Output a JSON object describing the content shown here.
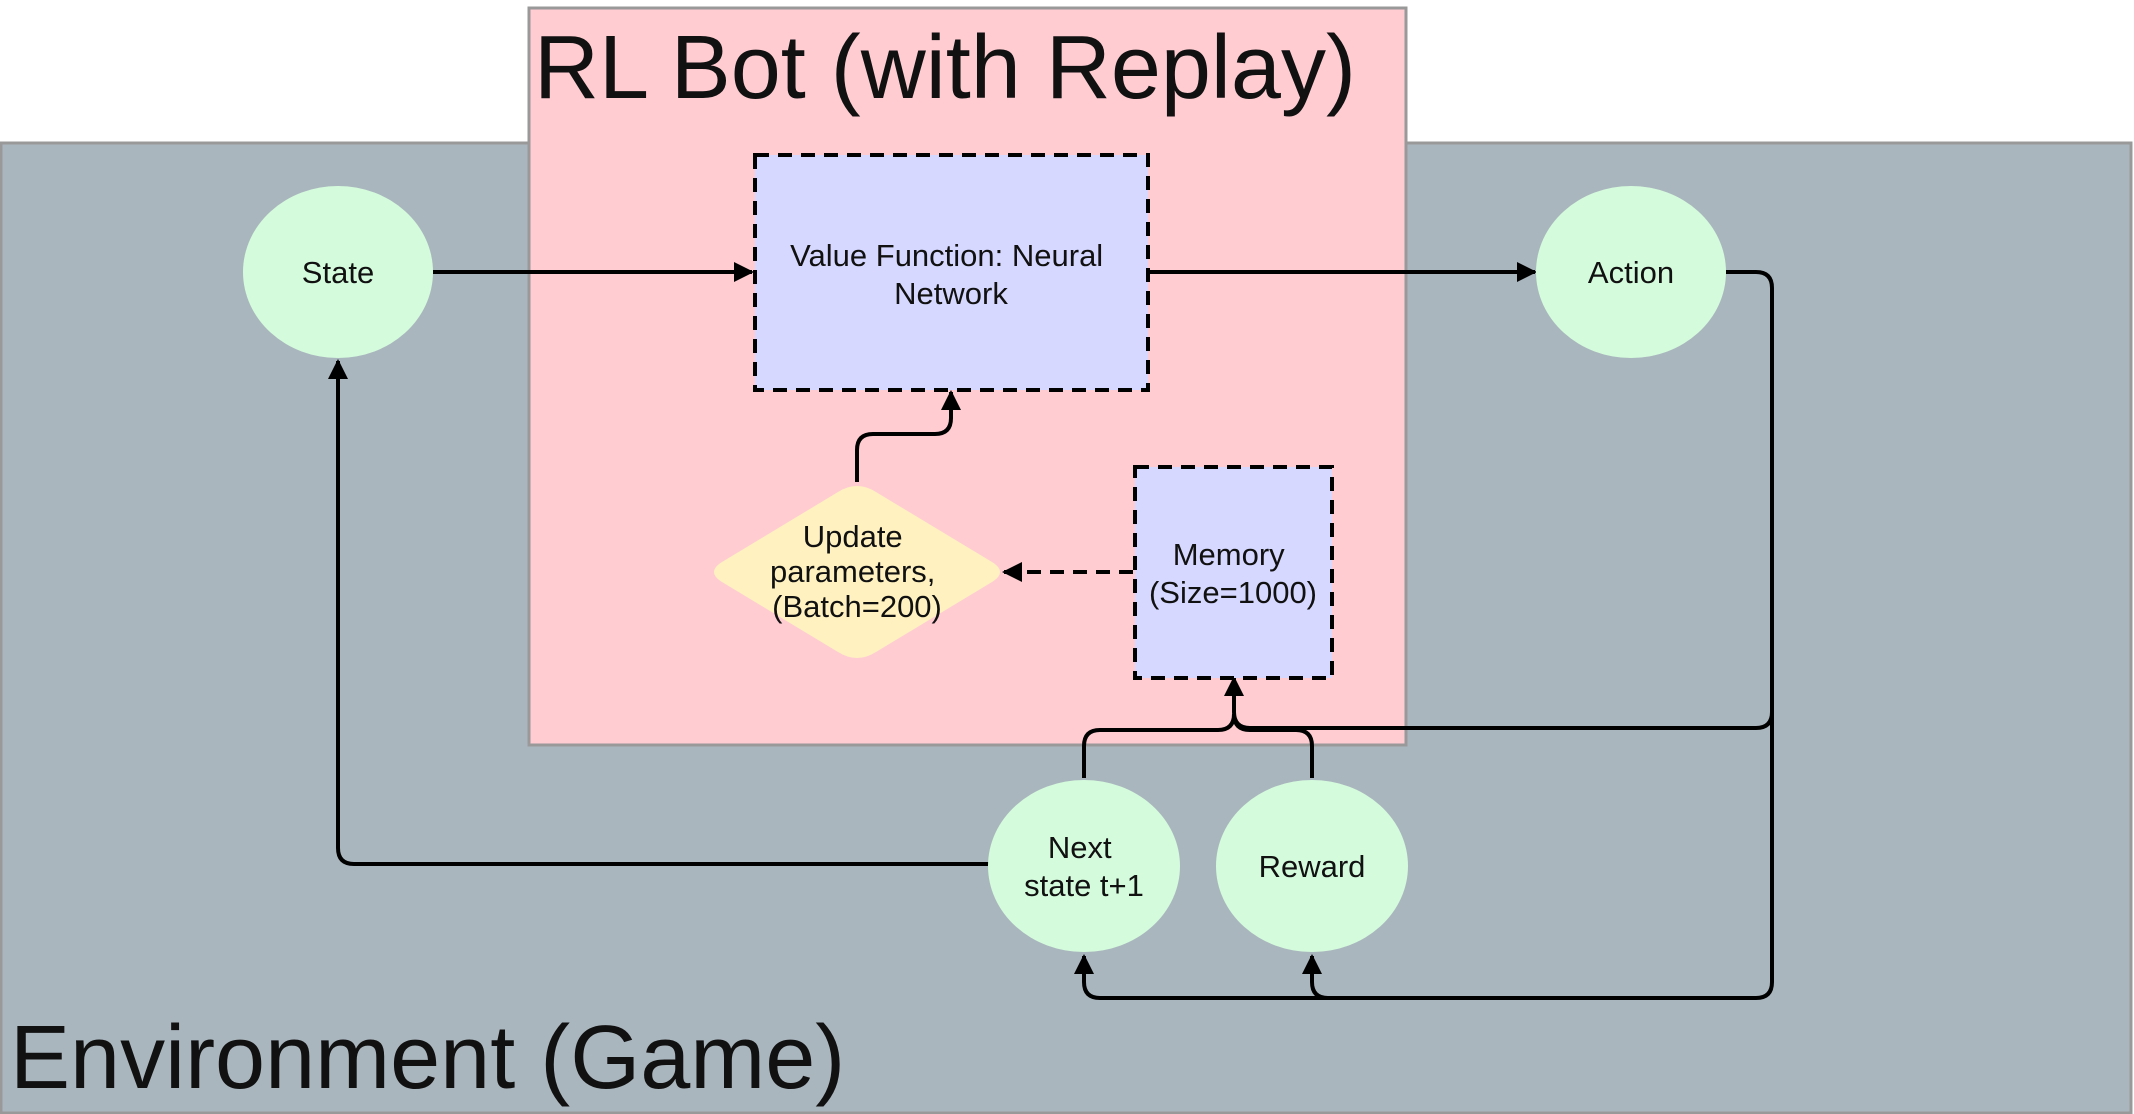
{
  "environment": {
    "label": "Environment (Game)"
  },
  "bot": {
    "label": "RL Bot (with Replay)"
  },
  "nodes": {
    "state": {
      "label": "State"
    },
    "action": {
      "label": "Action"
    },
    "value_function": {
      "label_lines": [
        "Value Function: Neural",
        "Network"
      ]
    },
    "update": {
      "label_lines": [
        "Update",
        "parameters,",
        "(Batch=200)"
      ]
    },
    "memory": {
      "label_lines": [
        "Memory",
        "(Size=1000)"
      ]
    },
    "next_state": {
      "label_lines": [
        "Next",
        "state t+1"
      ]
    },
    "reward": {
      "label": "Reward"
    }
  },
  "colors": {
    "environment_fill": "#aab6be",
    "bot_fill": "#ffccd2",
    "ellipse_fill": "#d4fbdc",
    "box_fill": "#d6d8ff",
    "diamond_fill": "#fff2c0",
    "stroke": "#000000"
  }
}
